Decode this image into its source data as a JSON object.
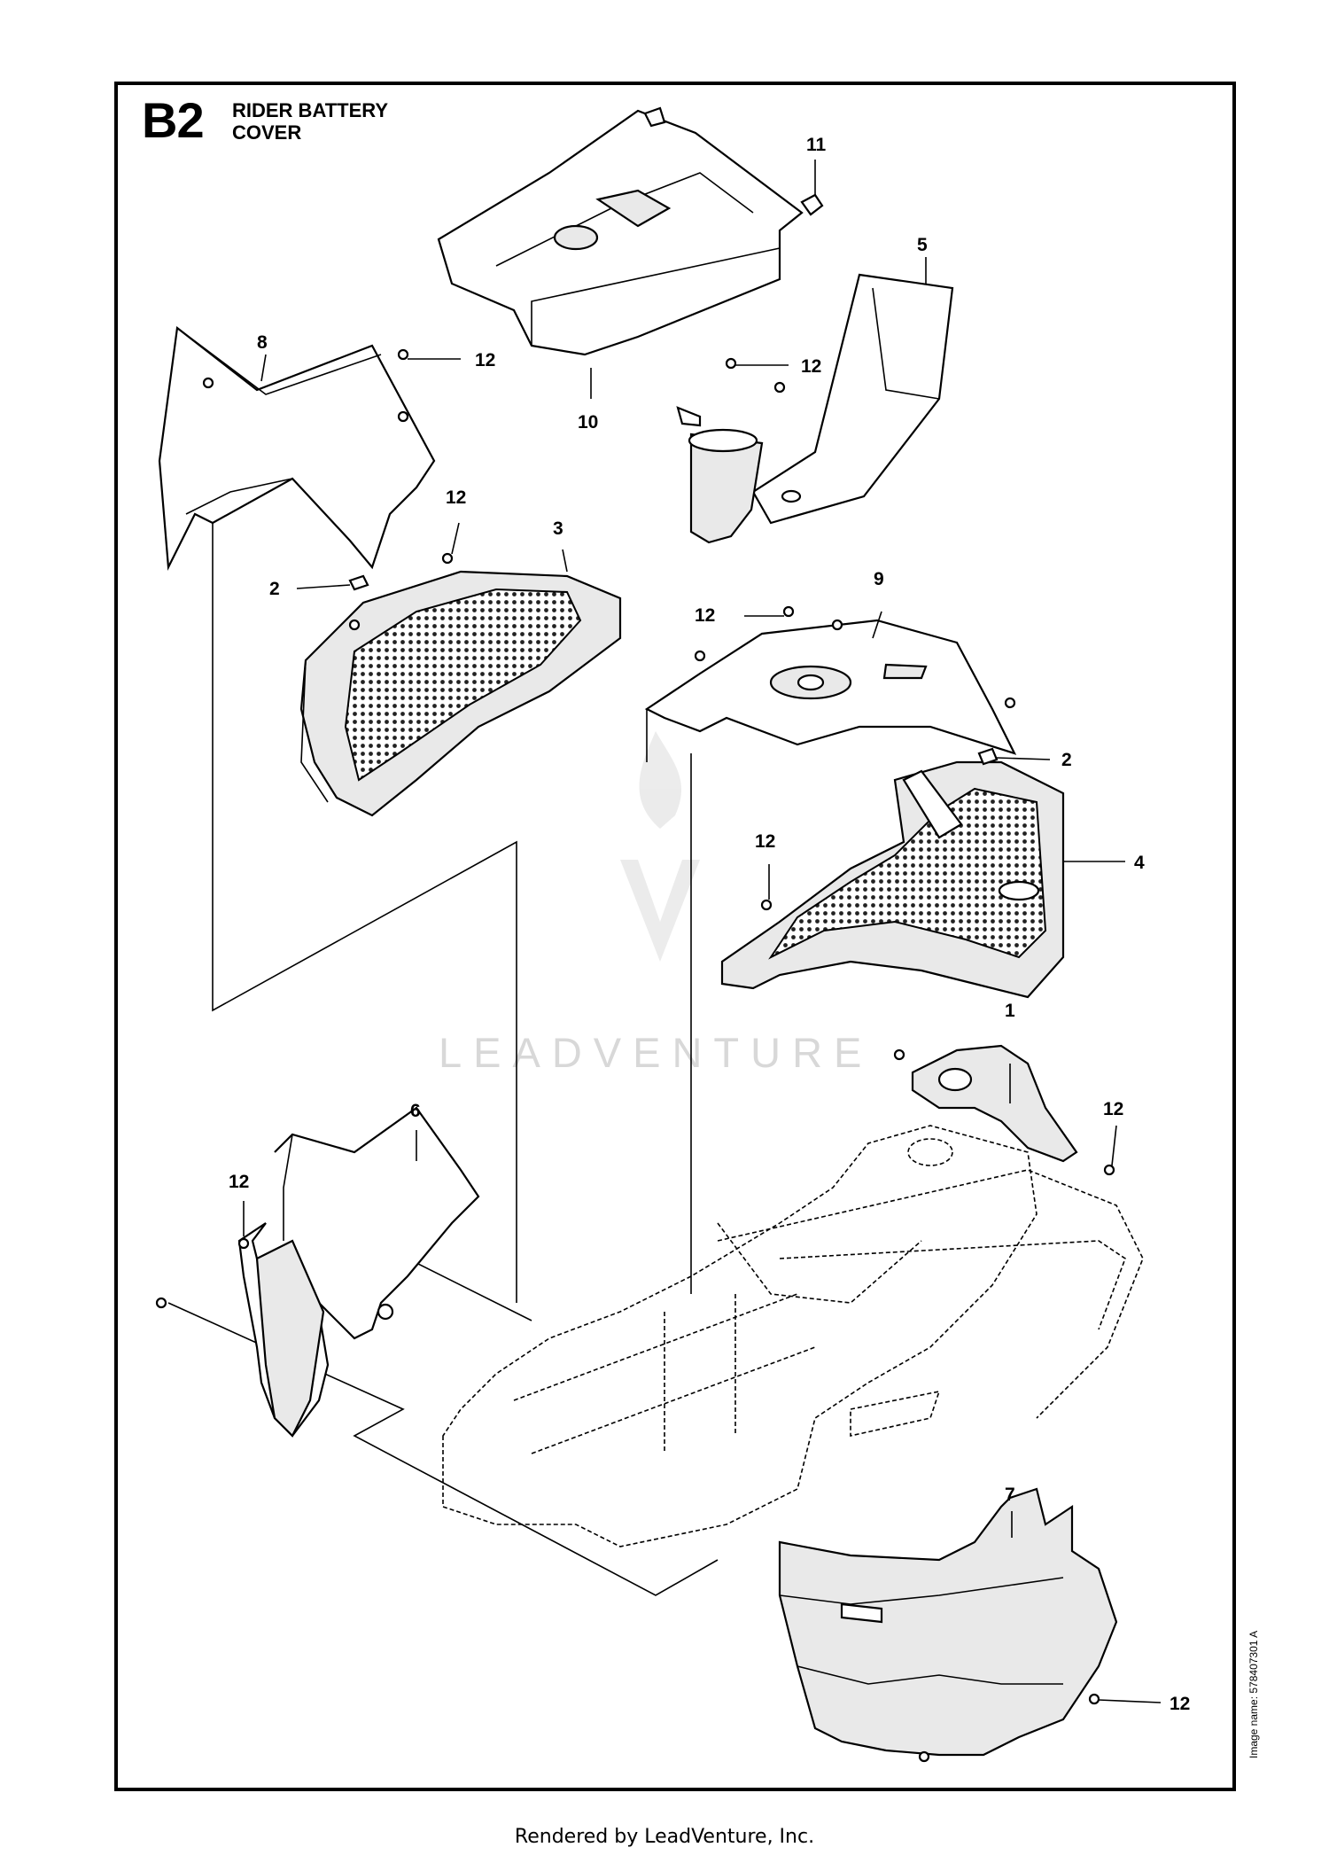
{
  "diagram": {
    "code": "B2",
    "title_lines": [
      "RIDER BATTERY",
      "COVER"
    ],
    "image_name": "Image name: 578407301 A",
    "watermark": "LEADVENTURE",
    "callouts": [
      {
        "id": "c-11",
        "label": "11"
      },
      {
        "id": "c-5",
        "label": "5"
      },
      {
        "id": "c-8",
        "label": "8"
      },
      {
        "id": "c-12a",
        "label": "12"
      },
      {
        "id": "c-10",
        "label": "10"
      },
      {
        "id": "c-12b",
        "label": "12"
      },
      {
        "id": "c-12c",
        "label": "12"
      },
      {
        "id": "c-3",
        "label": "3"
      },
      {
        "id": "c-2a",
        "label": "2"
      },
      {
        "id": "c-9",
        "label": "9"
      },
      {
        "id": "c-12d",
        "label": "12"
      },
      {
        "id": "c-2b",
        "label": "2"
      },
      {
        "id": "c-12e",
        "label": "12"
      },
      {
        "id": "c-4",
        "label": "4"
      },
      {
        "id": "c-1",
        "label": "1"
      },
      {
        "id": "c-12f",
        "label": "12"
      },
      {
        "id": "c-6",
        "label": "6"
      },
      {
        "id": "c-12g",
        "label": "12"
      },
      {
        "id": "c-7",
        "label": "7"
      },
      {
        "id": "c-12h",
        "label": "12"
      }
    ]
  },
  "footer": {
    "text": "Rendered by LeadVenture, Inc."
  }
}
